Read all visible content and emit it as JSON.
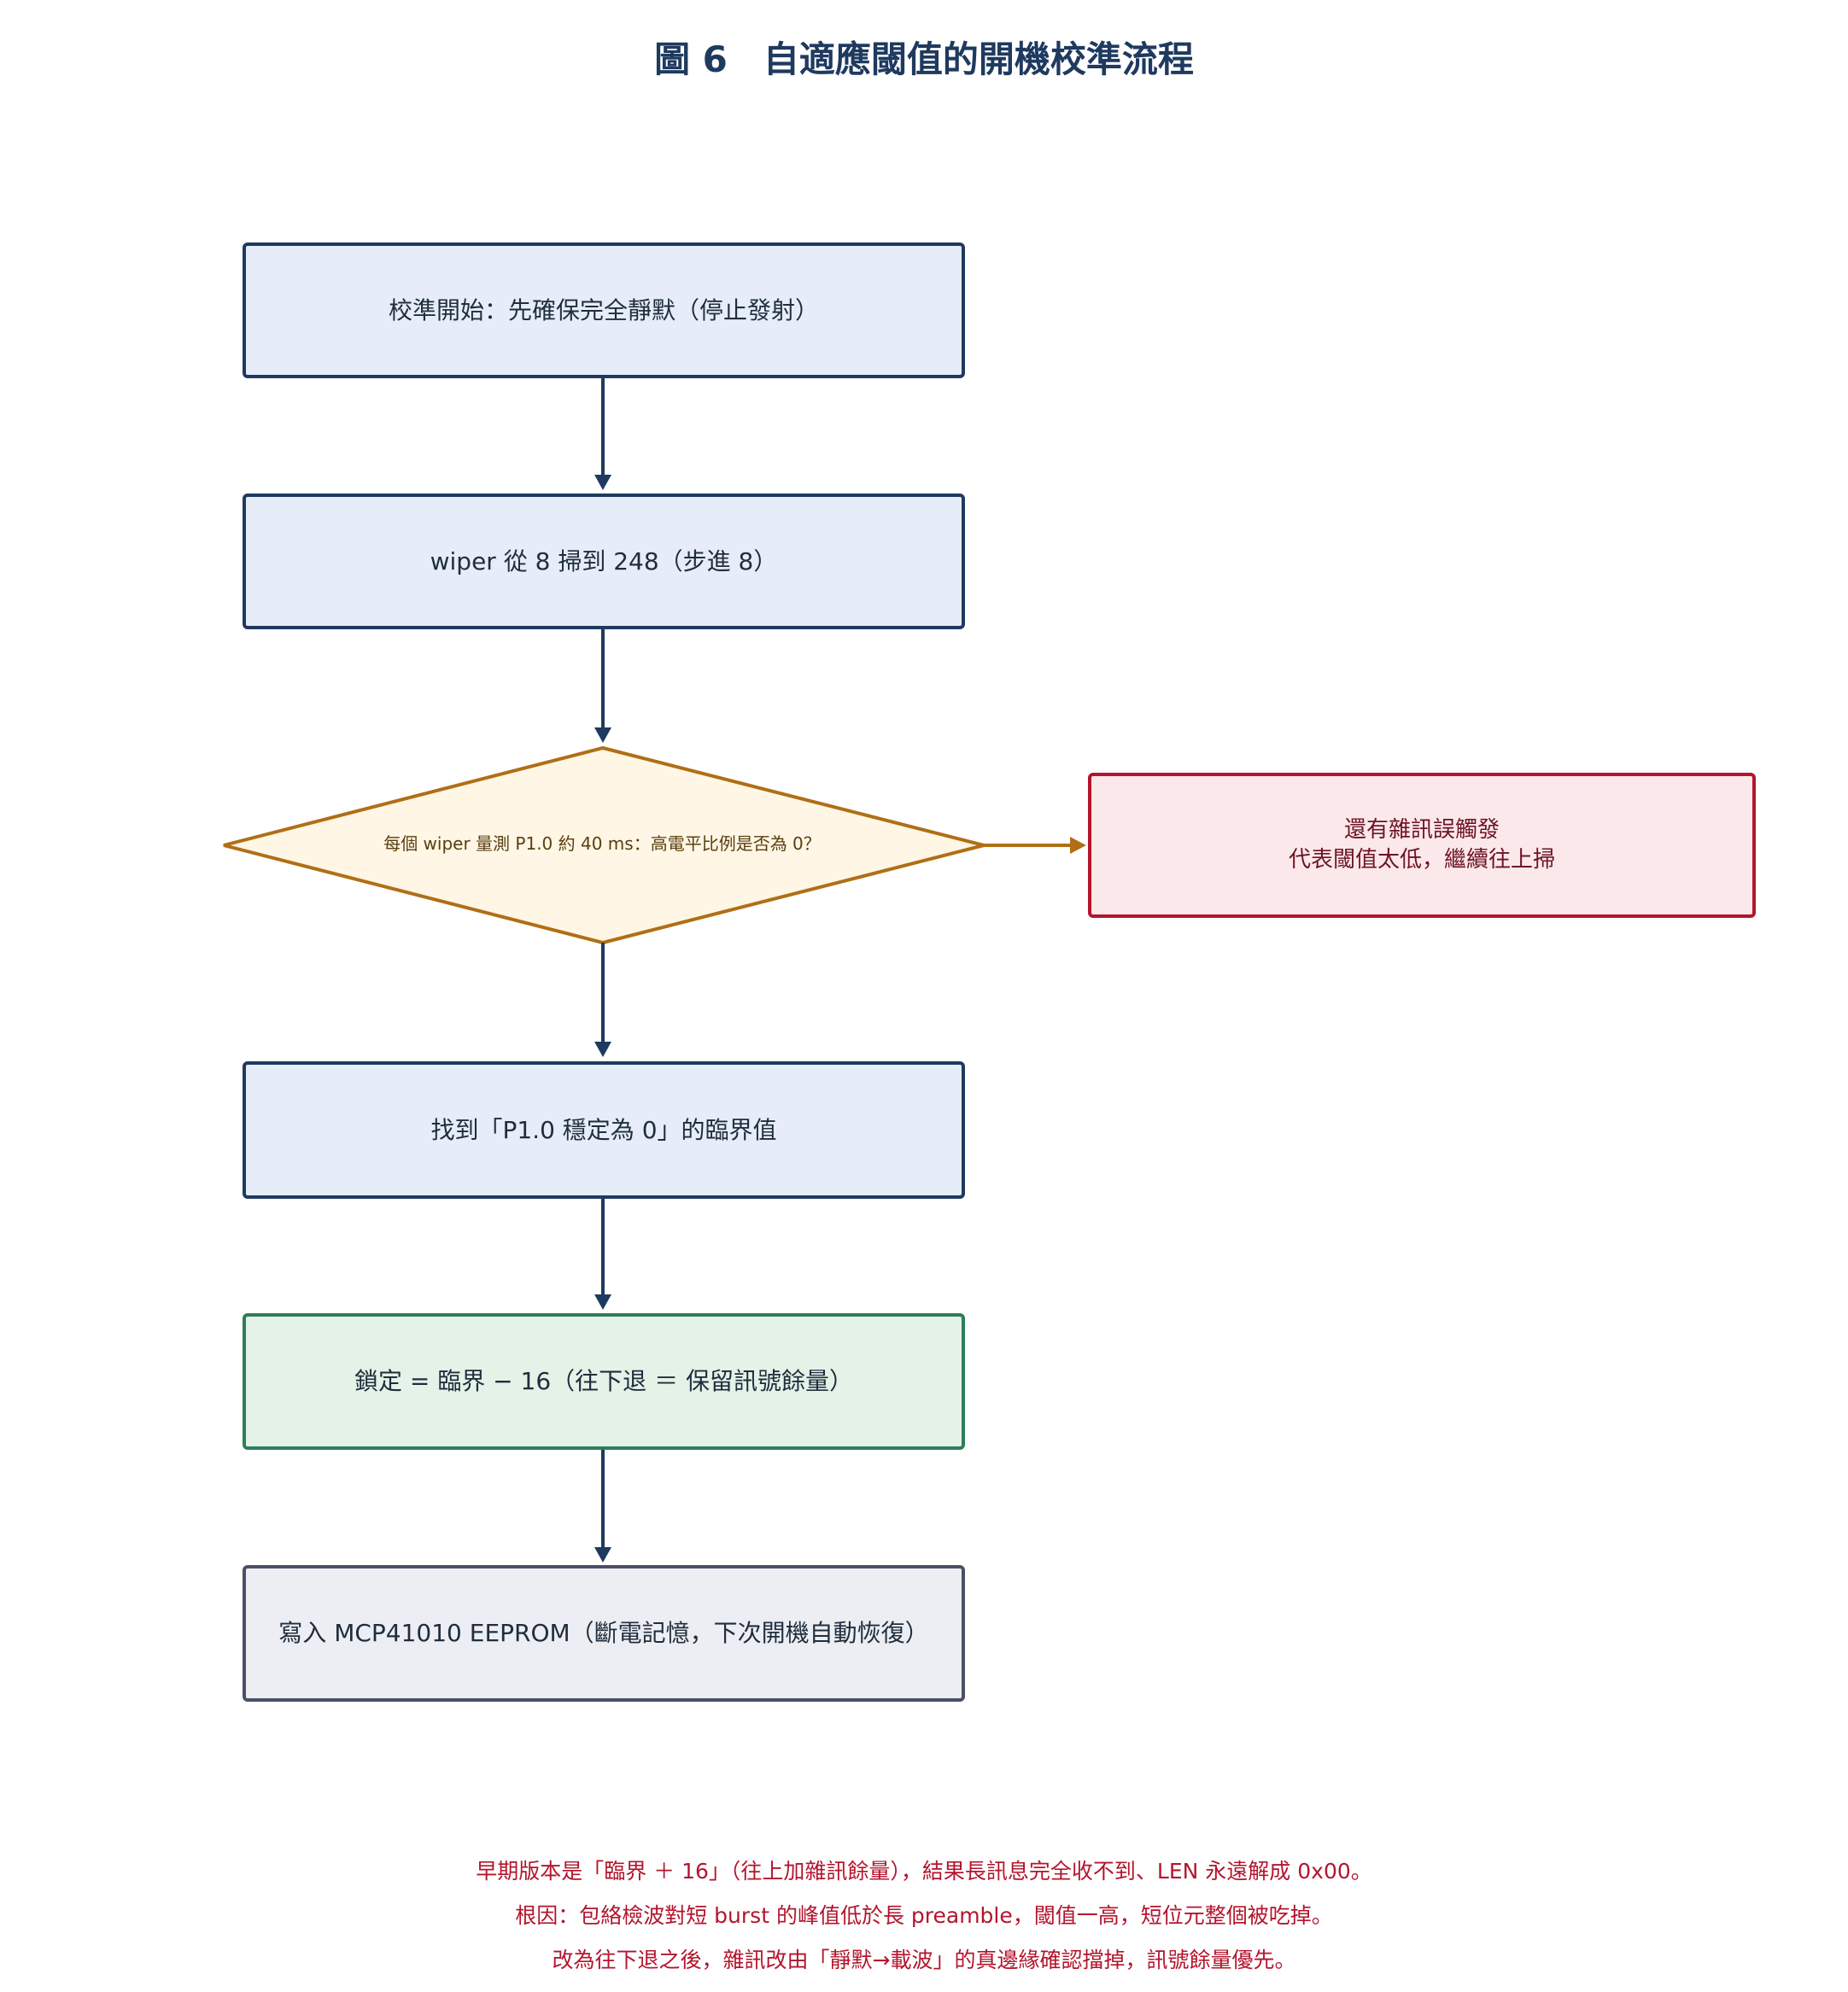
{
  "title": "圖 6　自適應閾值的開機校準流程",
  "nodes": {
    "start": "校準開始：先確保完全靜默（停止發射）",
    "sweep": "wiper 從 8 掃到 248（步進 8）",
    "decision": "每個 wiper 量測 P1.0 約 40 ms：高電平比例是否為 0？",
    "noise_line1": "還有雜訊誤觸發",
    "noise_line2": "代表閾值太低，繼續往上掃",
    "find": "找到「P1.0 穩定為 0」的臨界值",
    "lock": "鎖定 = 臨界 − 16（往下退 ＝ 保留訊號餘量）",
    "write": "寫入 MCP41010 EEPROM（斷電記憶，下次開機自動恢復）"
  },
  "notes": [
    "早期版本是「臨界 ＋ 16」（往上加雜訊餘量），結果長訊息完全收不到、LEN 永遠解成 0x00。",
    "根因：包絡檢波對短 burst 的峰值低於長 preamble，閾值一高，短位元整個被吃掉。",
    "改為往下退之後，雜訊改由「靜默→載波」的真邊緣確認擋掉，訊號餘量優先。"
  ],
  "colors": {
    "process_fill": "#e6edf8",
    "process_border": "#1f3a5f",
    "decision_fill": "#fff6e5",
    "decision_border": "#b06f16",
    "alert_fill": "#fbe8ea",
    "alert_border": "#b3152d",
    "lock_fill": "#e4f2e8",
    "lock_border": "#2e7d5b",
    "write_fill": "#eceef3",
    "write_border": "#4a5068",
    "note_text": "#b3152d"
  }
}
